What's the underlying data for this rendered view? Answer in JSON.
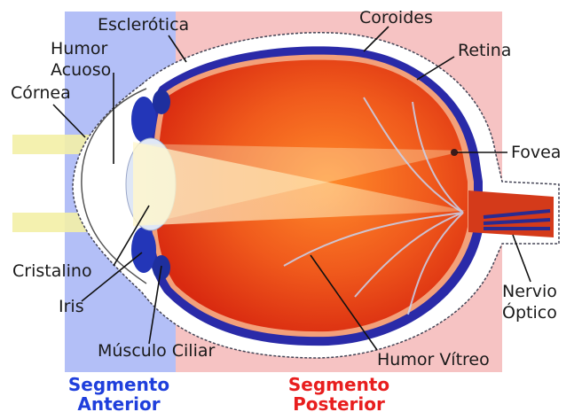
{
  "labels": {
    "esclerotica": "Esclerótica",
    "coroides": "Coroides",
    "humor_acuoso_1": "Humor",
    "humor_acuoso_2": "Acuoso",
    "retina": "Retina",
    "cornea": "Córnea",
    "fovea": "Fovea",
    "cristalino": "Cristalino",
    "iris": "Iris",
    "nervio_optico_1": "Nervio",
    "nervio_optico_2": "Óptico",
    "musculo_ciliar": "Músculo Ciliar",
    "humor_vitreo": "Humor Vítreo"
  },
  "segments": {
    "anterior_1": "Segmento",
    "anterior_2": "Anterior",
    "posterior_1": "Segmento",
    "posterior_2": "Posterior"
  },
  "colors": {
    "anterior_region": "#b3bff7",
    "posterior_region": "#f6c3c3",
    "anterior_text": "#1f3fdc",
    "posterior_text": "#e81e1e",
    "vitreous": "#e8391a",
    "choroid": "#2a2aa8",
    "light_beam": "#f2f2a8"
  }
}
